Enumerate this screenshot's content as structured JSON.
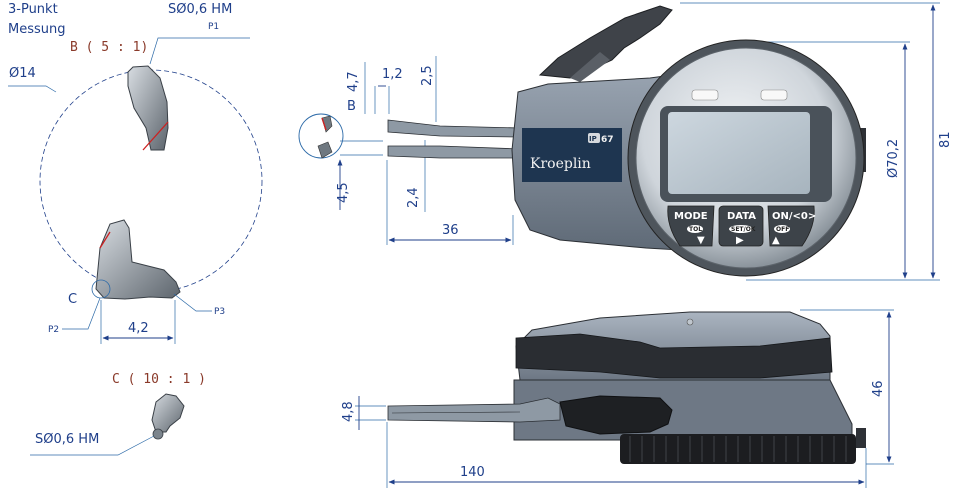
{
  "notes": {
    "measurement": [
      "3-Punkt",
      "Messung"
    ],
    "ball_tip_top": "SØ0,6 HM",
    "ball_tip_bottom": "SØ0,6 HM"
  },
  "detail_b": {
    "label": "B ( 5 : 1)",
    "diameter": "Ø14",
    "points": [
      "P1",
      "P2",
      "P3"
    ],
    "marker_c": "C",
    "width": "4,2"
  },
  "detail_c": {
    "label": "C ( 10 : 1 )"
  },
  "front_view": {
    "marker_b": "B",
    "dim_4_7": "4,7",
    "dim_1_2": "1,2",
    "dim_2_5": "2,5",
    "dim_4_5": "4,5",
    "dim_2_4": "2,4",
    "dim_36": "36",
    "dim_dial": "Ø70,2",
    "dim_height": "81",
    "brand": "Kroeplin",
    "ip_rating": "67",
    "ip_prefix": "IP",
    "buttons": [
      {
        "main": "MODE",
        "sub": "TOL",
        "arrow": "▼"
      },
      {
        "main": "DATA",
        "sub": "SET/OK",
        "arrow": "▶"
      },
      {
        "main": "ON/<0>",
        "sub": "OFF",
        "arrow": "▲"
      }
    ]
  },
  "side_view": {
    "dim_4_8": "4,8",
    "dim_46": "46",
    "dim_140": "140"
  },
  "colors": {
    "dimension": "#1f3f8a",
    "detail_label": "#8a3a2a",
    "body": "#7d8896",
    "lcd": "#b7c3cc",
    "brand_panel": "#1e3550",
    "contact_marker": "#cc2222"
  }
}
